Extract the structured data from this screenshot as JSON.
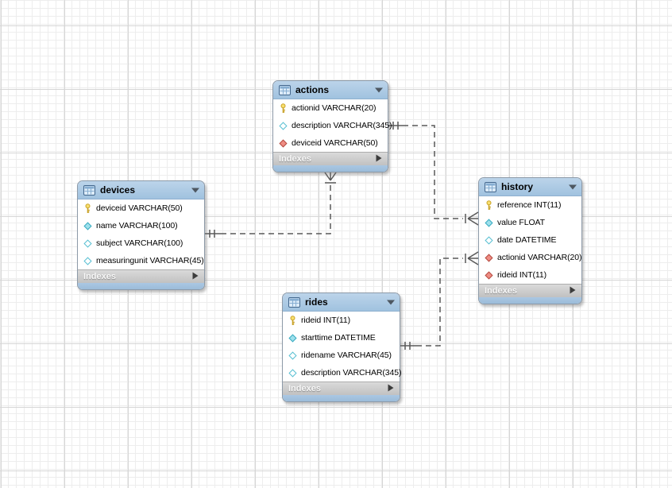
{
  "ui": {
    "indexes_label": "Indexes"
  },
  "tables": [
    {
      "name": "actions",
      "columns": [
        {
          "icon": "primary-key",
          "label": "actionid VARCHAR(20)"
        },
        {
          "icon": "nullable",
          "label": "description VARCHAR(345)"
        },
        {
          "icon": "foreign-key",
          "label": "deviceid VARCHAR(50)"
        }
      ]
    },
    {
      "name": "devices",
      "columns": [
        {
          "icon": "primary-key",
          "label": "deviceid VARCHAR(50)"
        },
        {
          "icon": "not-null",
          "label": "name VARCHAR(100)"
        },
        {
          "icon": "nullable",
          "label": "subject VARCHAR(100)"
        },
        {
          "icon": "nullable",
          "label": "measuringunit VARCHAR(45)"
        }
      ]
    },
    {
      "name": "history",
      "columns": [
        {
          "icon": "primary-key",
          "label": "reference INT(11)"
        },
        {
          "icon": "not-null",
          "label": "value FLOAT"
        },
        {
          "icon": "nullable",
          "label": "date DATETIME"
        },
        {
          "icon": "foreign-key",
          "label": "actionid VARCHAR(20)"
        },
        {
          "icon": "foreign-key",
          "label": "rideid INT(11)"
        }
      ]
    },
    {
      "name": "rides",
      "columns": [
        {
          "icon": "primary-key",
          "label": "rideid INT(11)"
        },
        {
          "icon": "not-null",
          "label": "starttime DATETIME"
        },
        {
          "icon": "nullable",
          "label": "ridename VARCHAR(45)"
        },
        {
          "icon": "nullable",
          "label": "description VARCHAR(345)"
        }
      ]
    }
  ],
  "relationships": [
    {
      "from": "devices",
      "to": "actions",
      "type": "one-to-many",
      "style": "dashed"
    },
    {
      "from": "actions",
      "to": "history",
      "type": "one-to-many",
      "style": "dashed"
    },
    {
      "from": "rides",
      "to": "history",
      "type": "one-to-many",
      "style": "dashed"
    }
  ],
  "colors": {
    "table_header": "#a9c6e2",
    "indexes_bar": "#c9c9c9",
    "table_border": "#8d9aa8",
    "connector": "#585858",
    "primary_key_icon": "#f0d060",
    "not_null_diamond": "#9fe0ec",
    "foreign_key_diamond": "#ee8d84",
    "grid_minor": "#ededed",
    "grid_major": "#d6d6d6"
  }
}
